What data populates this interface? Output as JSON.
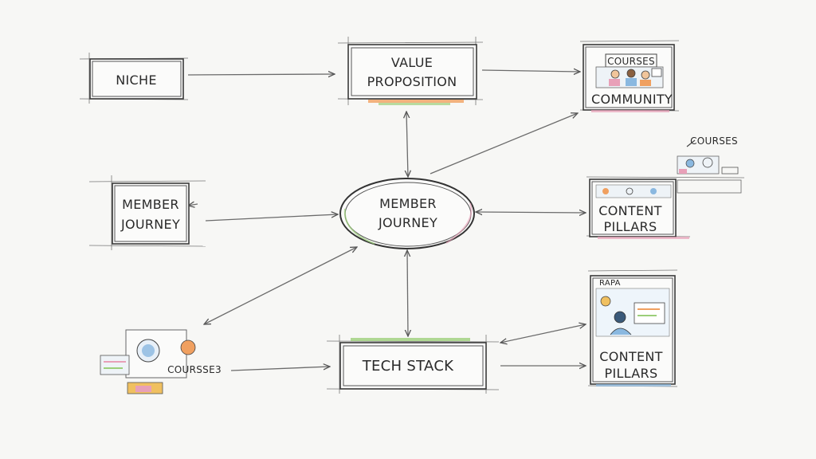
{
  "nodes": {
    "niche": "NICHE",
    "value_line1": "VALUE",
    "value_line2": "PROPOSITION",
    "courses_top": "COURSES",
    "community": "COMMUNITY",
    "member_left_line1": "MEMBER",
    "member_left_line2": "JOURNEY",
    "member_center_line1": "MEMBER",
    "member_center_line2": "JOURNEY",
    "courses_right": "COURSES",
    "pillars_mid_line1": "CONTENT",
    "pillars_mid_line2": "PILLARS",
    "courses_bottom_left": "COURSSE3",
    "tech_stack": "TECH STACK",
    "pillars_bottom_line1": "CONTENT",
    "pillars_bottom_line2": "PILLARS",
    "sketch_tag": "RAPA"
  },
  "colors": {
    "ink": "#3a3a3a",
    "accent_orange": "#f0a060",
    "accent_green": "#9ccf7a",
    "accent_pink": "#e8a0b8",
    "accent_blue": "#8ab8e0"
  }
}
